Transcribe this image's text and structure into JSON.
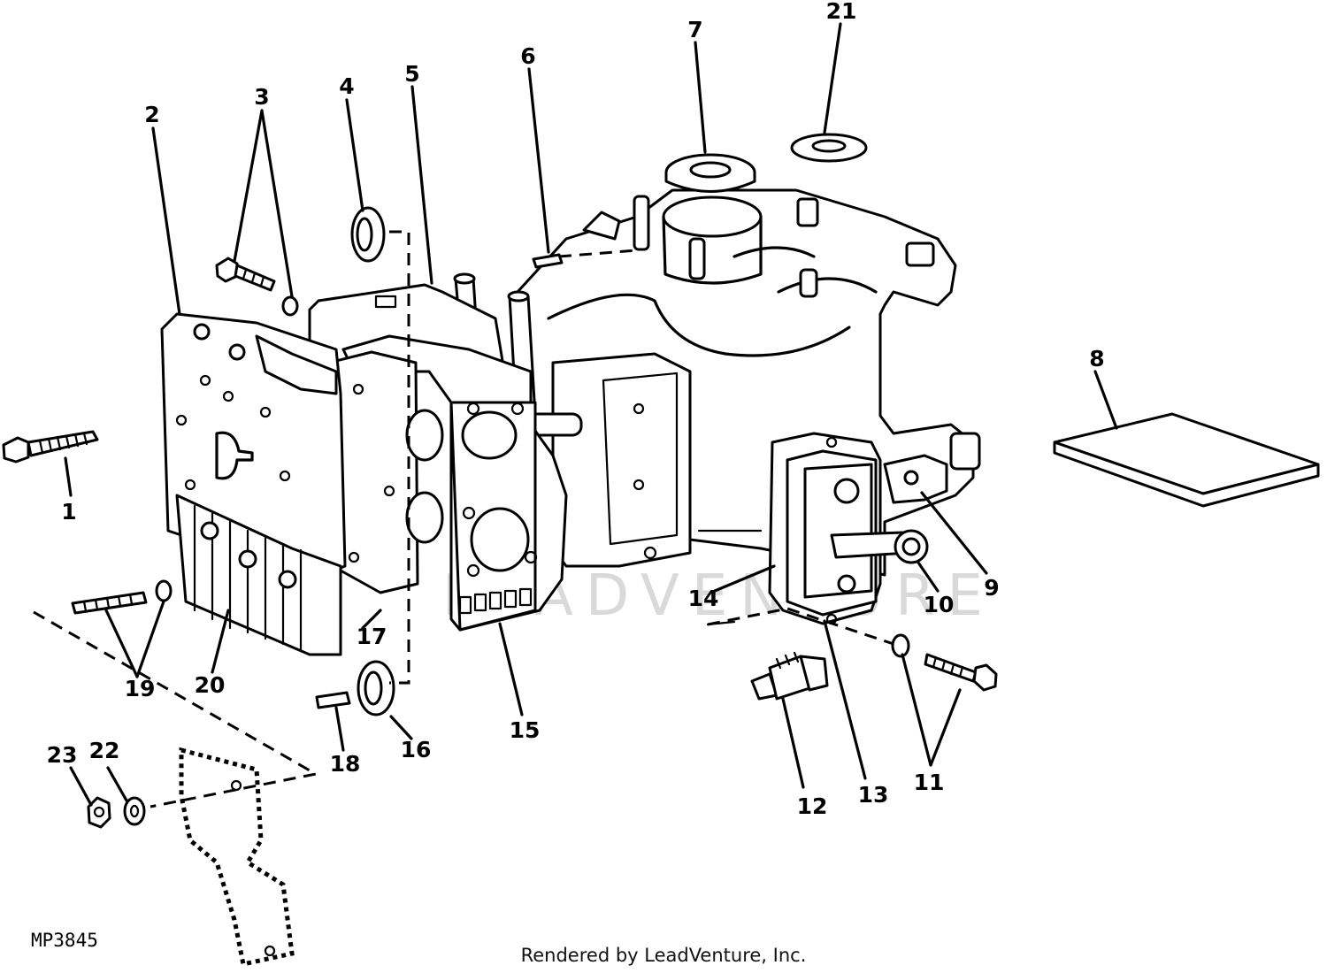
{
  "diagram": {
    "figure_code": "MP3845",
    "callouts": [
      "1",
      "2",
      "3",
      "4",
      "5",
      "6",
      "7",
      "8",
      "9",
      "10",
      "11",
      "12",
      "13",
      "14",
      "15",
      "16",
      "17",
      "18",
      "19",
      "20",
      "21",
      "22",
      "23"
    ],
    "watermark": "LEADVENTURE"
  },
  "footer": {
    "text": "Rendered by LeadVenture, Inc."
  }
}
